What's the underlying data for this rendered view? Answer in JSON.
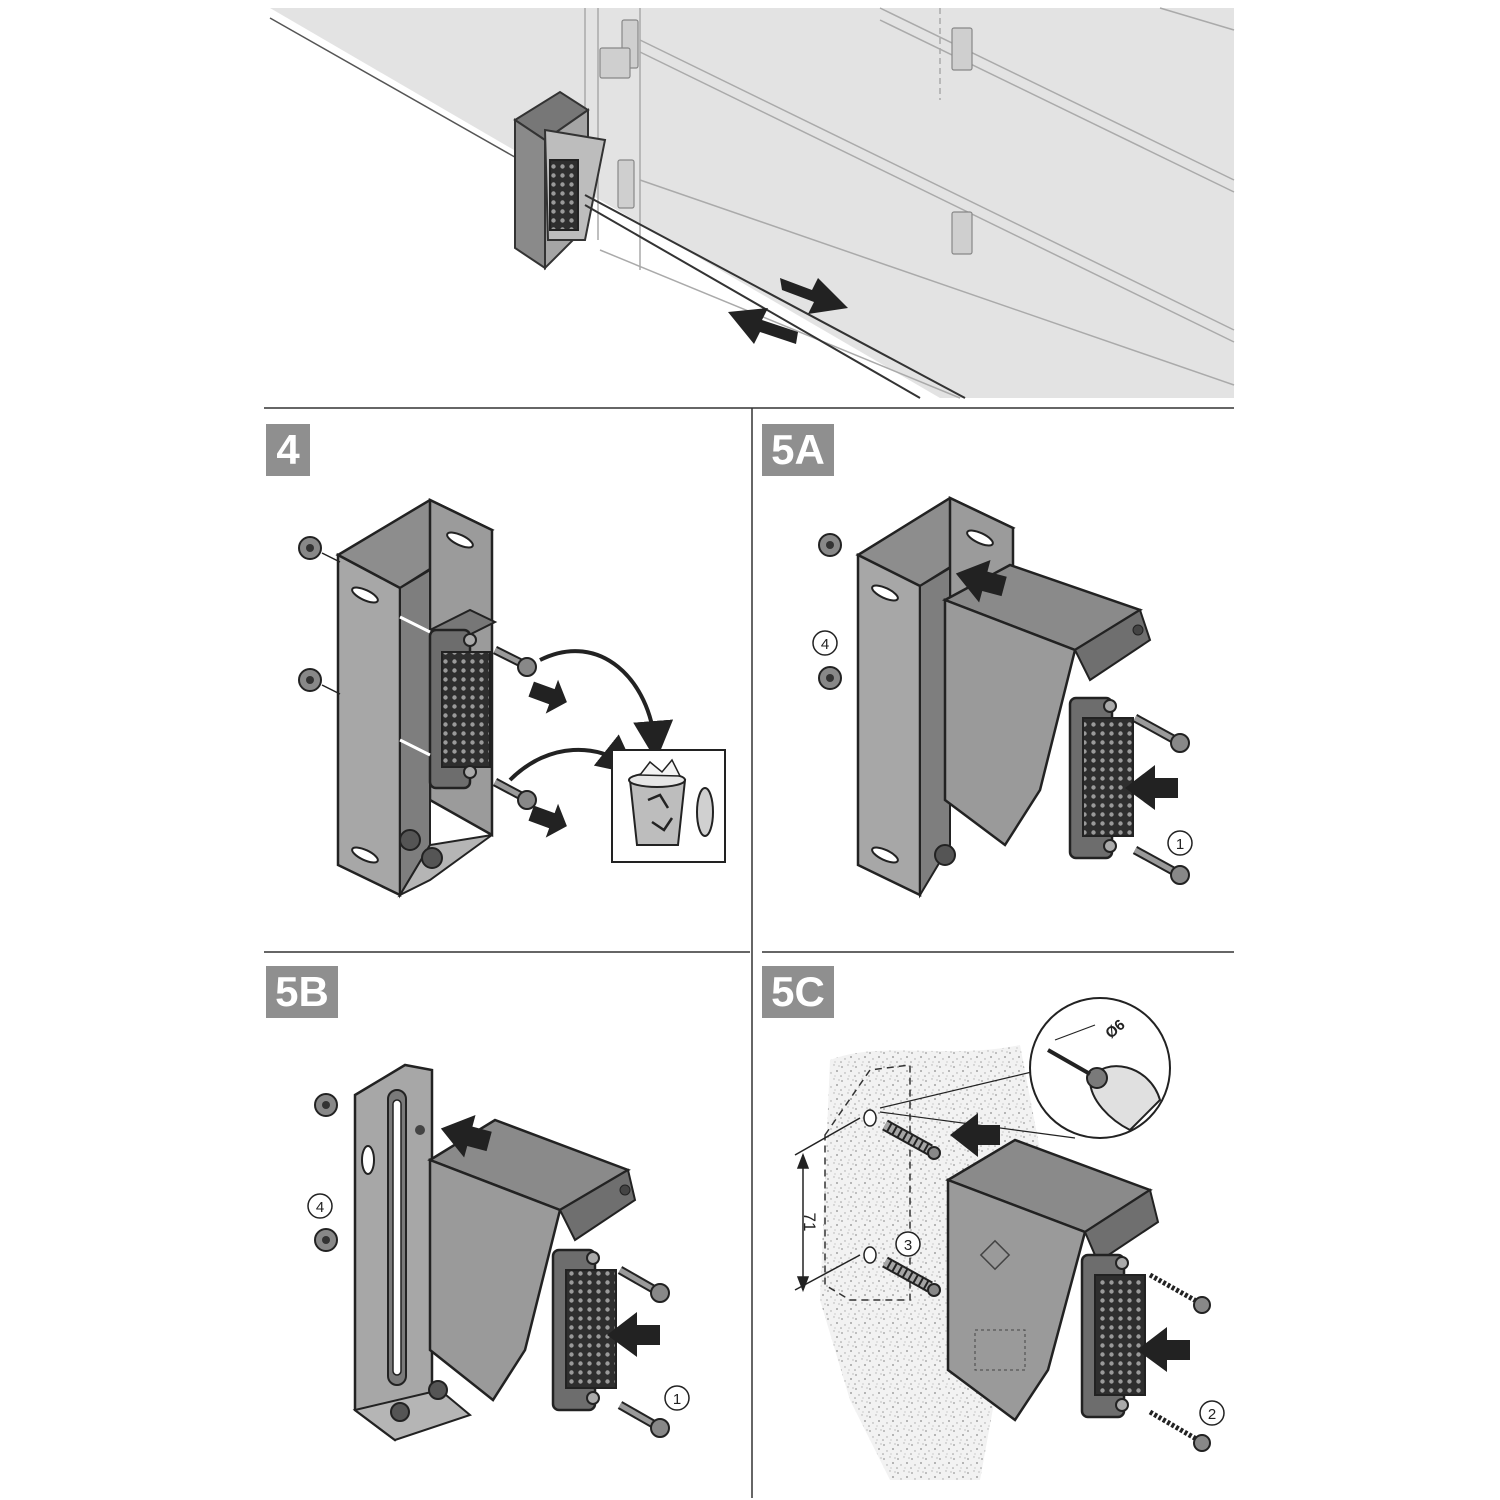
{
  "steps": {
    "s4": "4",
    "s5a": "5A",
    "s5b": "5B",
    "s5c": "5C"
  },
  "callouts": {
    "nut_count": "4",
    "screw_5a": "1",
    "screw_5b": "1",
    "screw_5c": "2",
    "dowel_5c": "3"
  },
  "dimensions": {
    "hole_spacing": "71",
    "drill_diameter": "Ø6"
  },
  "colors": {
    "housing": "#9a9a9a",
    "housing_dark": "#6f6f6f",
    "reflector": "#3a3a3a",
    "door": "#e3e3e3",
    "badge": "#8f8f8f"
  }
}
